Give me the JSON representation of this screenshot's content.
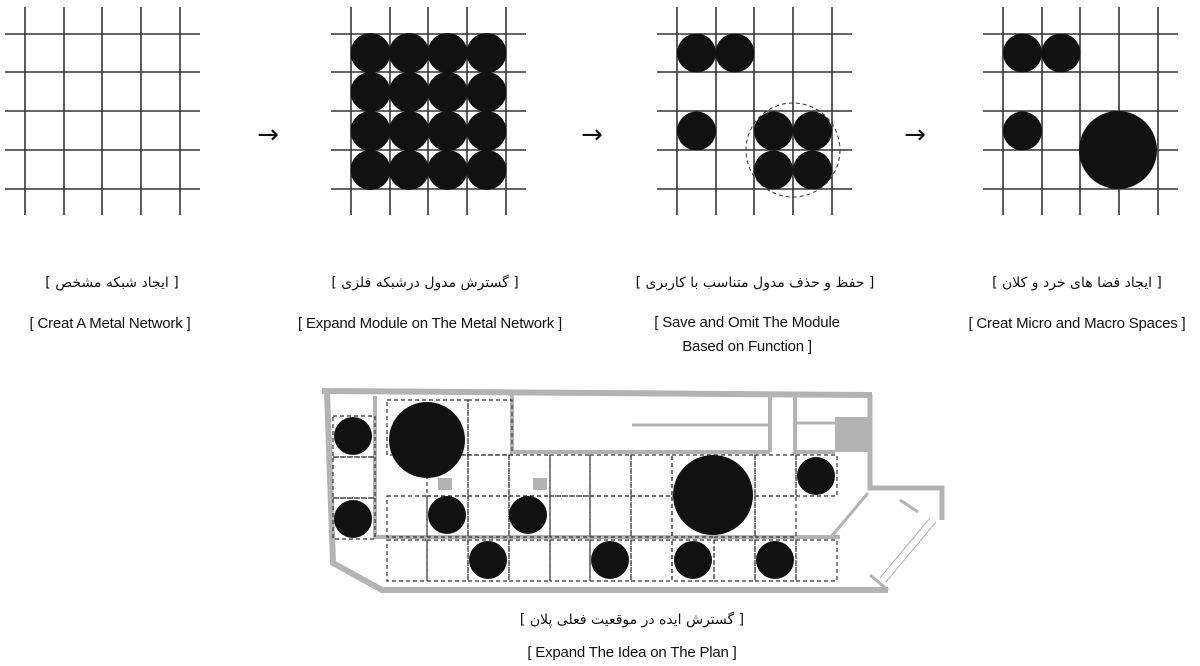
{
  "steps": [
    {
      "fa": "[ ایجاد شبکه مشخص ]",
      "en": "[ Creat A Metal Network ]"
    },
    {
      "fa": "[ گسترش مدول درشبکه فلزی ]",
      "en": "[ Expand Module on The Metal Network ]"
    },
    {
      "fa": "[ حفظ و حذف مدول متناسب با کاربری ]",
      "en_line1": "[ Save and Omit The Module",
      "en_line2": "Based on Function ]"
    },
    {
      "fa": "[ ایجاد فضا های خرد و کلان ]",
      "en": "[ Creat Micro and Macro Spaces ]"
    }
  ],
  "plan": {
    "fa": "[ گسترش ایده در موقعیت فعلی پلان ]",
    "en": "[ Expand The Idea on The Plan ]"
  },
  "arrow_symbol": "→",
  "colors": {
    "ink": "#111111",
    "wall": "#b3b3b3",
    "dash": "#333333"
  }
}
